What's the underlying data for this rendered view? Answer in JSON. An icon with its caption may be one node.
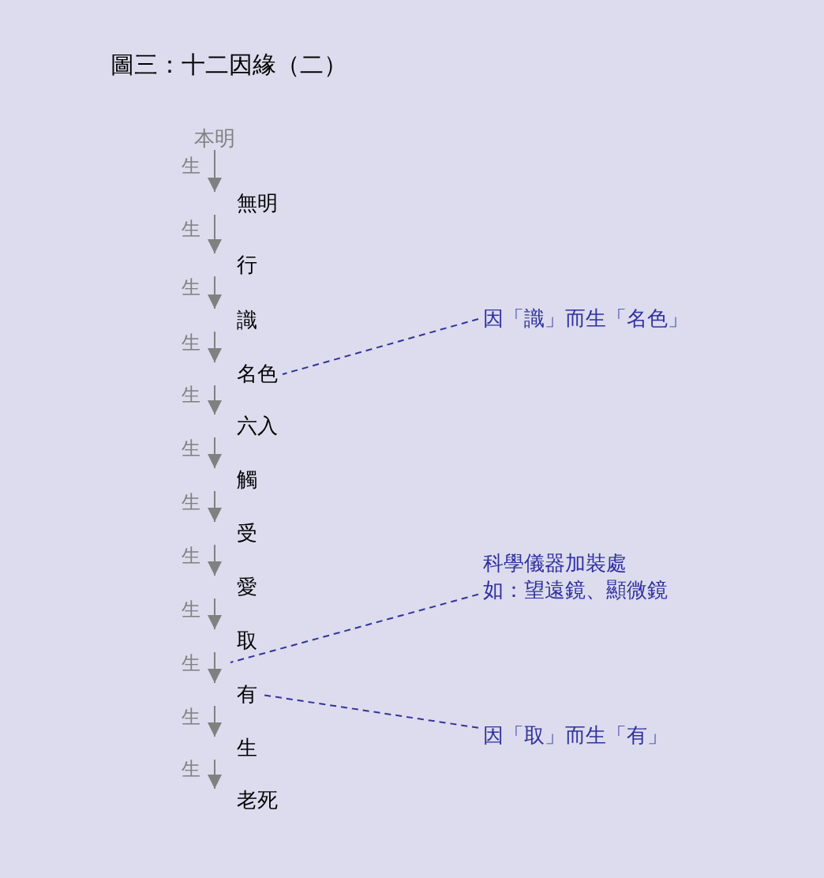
{
  "diagram": {
    "title": "圖三：十二因緣（二）",
    "nodes": [
      {
        "text": [
          "本明"
        ]
      },
      {
        "text": [
          "無明"
        ]
      },
      {
        "text": [
          "行"
        ]
      },
      {
        "text": [
          "識"
        ]
      },
      {
        "text": [
          "名色"
        ]
      },
      {
        "text": [
          "六入"
        ]
      },
      {
        "text": [
          "觸"
        ]
      },
      {
        "text": [
          "受"
        ]
      },
      {
        "text": [
          "愛"
        ]
      },
      {
        "text": [
          "取"
        ]
      },
      {
        "text": [
          "有"
        ]
      },
      {
        "text": [
          "生"
        ]
      },
      {
        "text": [
          "老死"
        ]
      },
      {
        "text": [
          "因「識」而生「名色」"
        ]
      },
      {
        "text": [
          "科學儀器加裝處",
          "如：望遠鏡、顯微鏡"
        ]
      },
      {
        "text": [
          "因「取」而生「有」"
        ]
      }
    ],
    "edges": [
      {
        "from": 0,
        "to": 1,
        "arrow": "to",
        "label": "生"
      },
      {
        "from": 1,
        "to": 2,
        "arrow": "to",
        "label": "生"
      },
      {
        "from": 2,
        "to": 3,
        "arrow": "to",
        "label": "生"
      },
      {
        "from": 3,
        "to": 4,
        "arrow": "to",
        "label": "生"
      },
      {
        "from": 4,
        "to": 5,
        "arrow": "to",
        "label": "生"
      },
      {
        "from": 5,
        "to": 6,
        "arrow": "to",
        "label": "生"
      },
      {
        "from": 6,
        "to": 7,
        "arrow": "to",
        "label": "生"
      },
      {
        "from": 7,
        "to": 8,
        "arrow": "to",
        "label": "生"
      },
      {
        "from": 8,
        "to": 9,
        "arrow": "to",
        "label": "生"
      },
      {
        "from": 9,
        "to": 10,
        "arrow": "to",
        "label": "生"
      },
      {
        "from": 10,
        "to": 11,
        "arrow": "to",
        "label": "生"
      },
      {
        "from": 11,
        "to": 12,
        "arrow": "to",
        "label": "生"
      },
      {
        "from": 13,
        "to": 4,
        "arrow": "none",
        "style": "dashed",
        "color": "#333399"
      },
      {
        "from": 14,
        "to": 9,
        "arrow": "none",
        "style": "dashed",
        "color": "#333399"
      },
      {
        "from": 15,
        "to": 10,
        "arrow": "none",
        "style": "dashed",
        "color": "#333399"
      }
    ]
  }
}
